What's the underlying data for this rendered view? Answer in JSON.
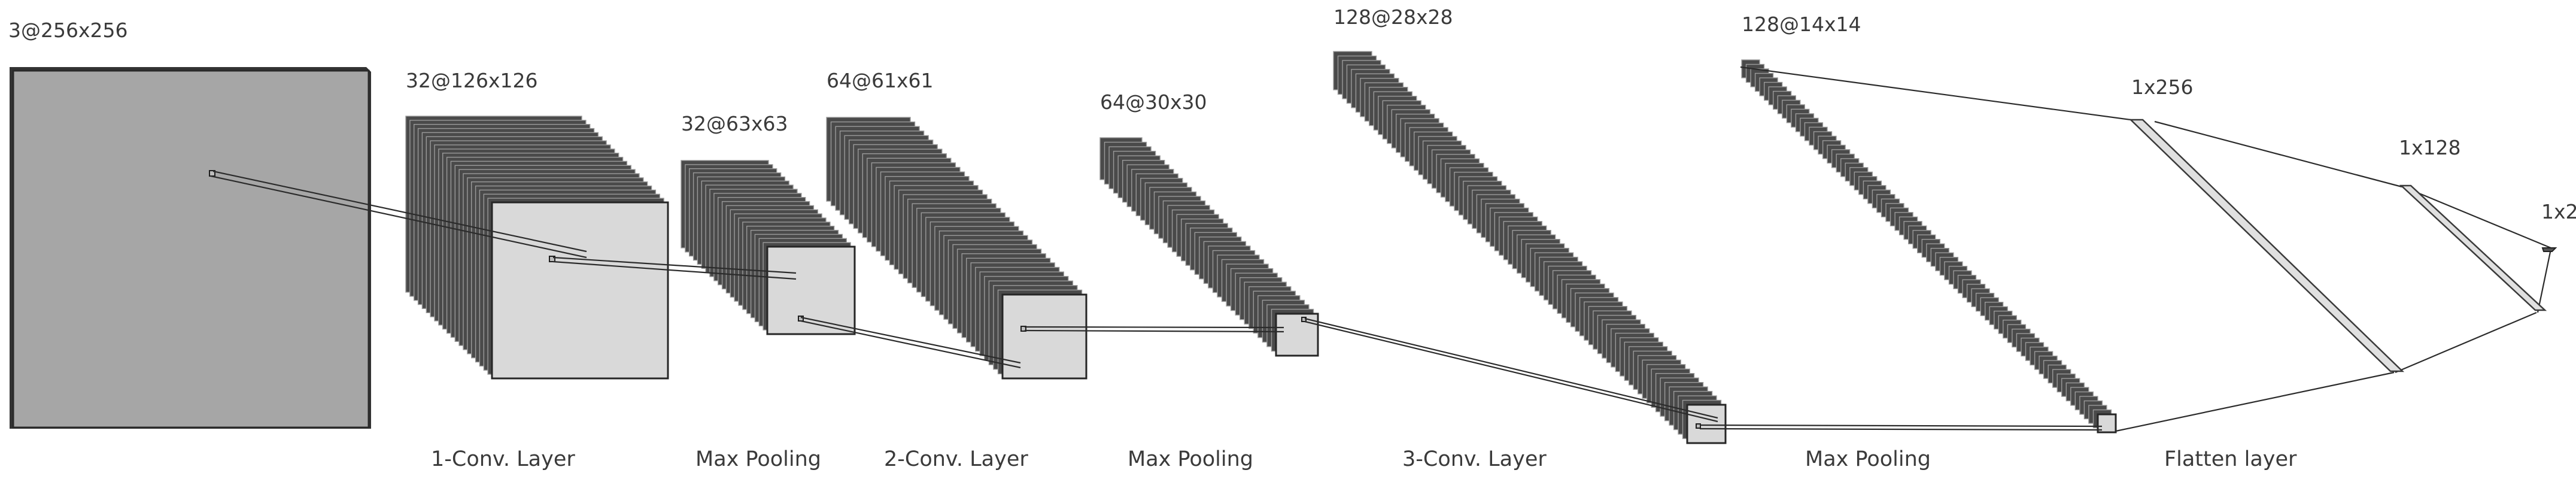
{
  "diagram": {
    "layers": [
      {
        "id": "input",
        "shape": "3@256x256"
      },
      {
        "id": "conv1",
        "shape": "32@126x126",
        "caption": "1-Conv. Layer"
      },
      {
        "id": "pool1",
        "shape": "32@63x63",
        "caption": "Max Pooling"
      },
      {
        "id": "conv2",
        "shape": "64@61x61",
        "caption": "2-Conv. Layer"
      },
      {
        "id": "pool2",
        "shape": "64@30x30",
        "caption": "Max Pooling"
      },
      {
        "id": "conv3",
        "shape": "128@28x28",
        "caption": "3-Conv. Layer"
      },
      {
        "id": "pool3",
        "shape": "128@14x14",
        "caption": "Max Pooling"
      },
      {
        "id": "dense1",
        "shape": "1x256",
        "caption": "Flatten layer"
      },
      {
        "id": "dense2",
        "shape": "1x128"
      },
      {
        "id": "output",
        "shape": "1x2"
      }
    ],
    "colors": {
      "input_face": "#a6a6a6",
      "input_side": "#333333",
      "slab": "#4a4a4a",
      "front_face": "#d9d9d9",
      "edge": "#262626",
      "text": "#3a3a3a"
    }
  }
}
